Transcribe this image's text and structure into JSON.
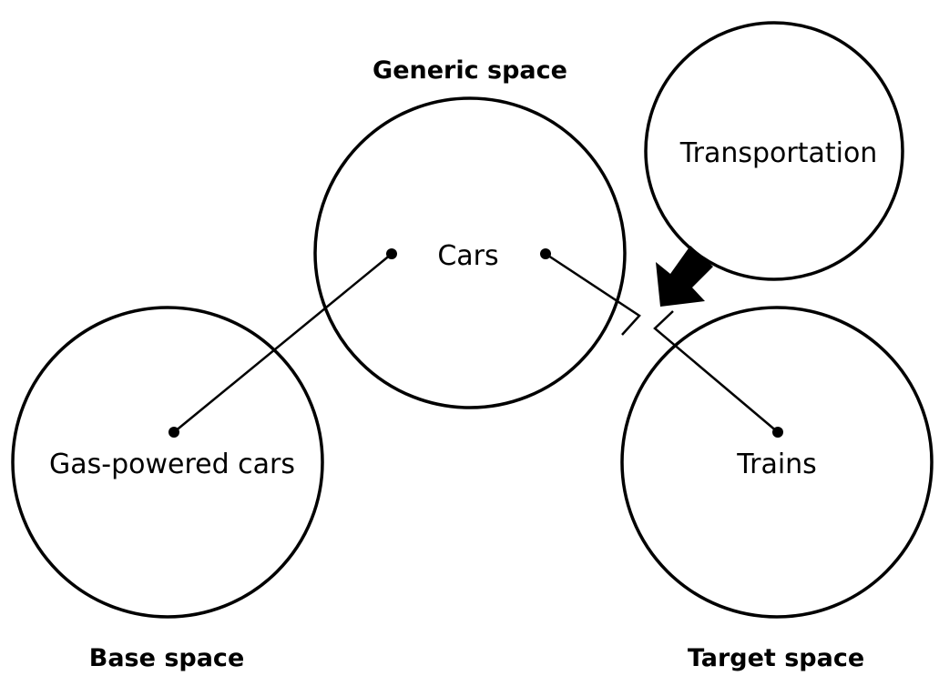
{
  "diagram": {
    "spaces": [
      {
        "id": "generic",
        "title": "Generic space",
        "concept": "Cars"
      },
      {
        "id": "base",
        "title": "Base space",
        "concept": "Gas-powered cars"
      },
      {
        "id": "target",
        "title": "Target space",
        "concept": "Trains"
      },
      {
        "id": "context",
        "title": "",
        "concept": "Transportation"
      }
    ],
    "links": [
      {
        "from": "generic",
        "to": "base",
        "style": "solid"
      },
      {
        "from": "generic",
        "to": "target",
        "style": "broken"
      }
    ],
    "arrows": [
      {
        "from": "context",
        "to": "broken-link",
        "style": "thick"
      }
    ]
  }
}
